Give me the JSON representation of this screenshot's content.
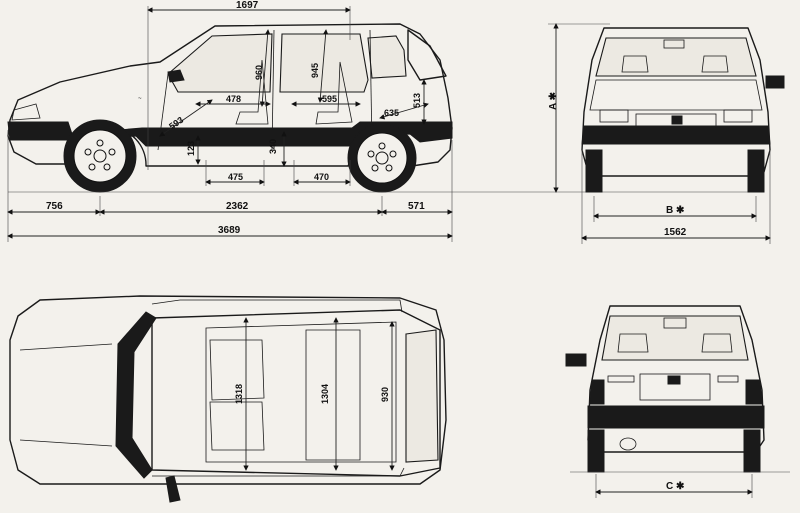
{
  "side_view": {
    "dims": {
      "roof_length": "1697",
      "headroom_front": "960",
      "headroom_rear": "945",
      "front_legroom": "478",
      "rear_legroom": "595",
      "front_seat_depth": "593",
      "boot_depth": "635",
      "boot_sill": "513",
      "front_seat_height": "123",
      "rear_seat_height": "340",
      "front_floor": "475",
      "rear_floor": "470",
      "front_overhang": "756",
      "wheelbase": "2362",
      "rear_overhang": "571",
      "overall_length": "3689"
    }
  },
  "front_view": {
    "dims": {
      "height": "A ✱",
      "front_track": "B ✱",
      "width": "1562"
    }
  },
  "top_view": {
    "dims": {
      "interior_front_width": "1318",
      "interior_rear_width": "1304",
      "boot_width": "930"
    }
  },
  "rear_view": {
    "dims": {
      "rear_track": "C ✱"
    }
  }
}
